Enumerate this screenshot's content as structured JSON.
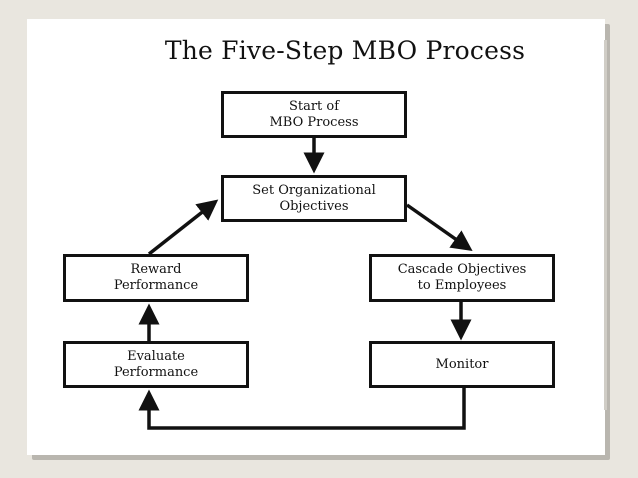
{
  "title": "The Five-Step MBO Process",
  "nodes": {
    "start": "Start of\nMBO Process",
    "set_objectives": "Set Organizational\nObjectives",
    "cascade": "Cascade Objectives\nto Employees",
    "monitor": "Monitor",
    "evaluate": "Evaluate\nPerformance",
    "reward": "Reward\nPerformance"
  },
  "edges": [
    {
      "from": "start",
      "to": "set_objectives"
    },
    {
      "from": "set_objectives",
      "to": "cascade"
    },
    {
      "from": "cascade",
      "to": "monitor"
    },
    {
      "from": "monitor",
      "to": "evaluate"
    },
    {
      "from": "evaluate",
      "to": "reward"
    },
    {
      "from": "reward",
      "to": "set_objectives"
    }
  ],
  "colors": {
    "ink": "#111111",
    "background": "#e9e6df",
    "slide": "#ffffff"
  }
}
